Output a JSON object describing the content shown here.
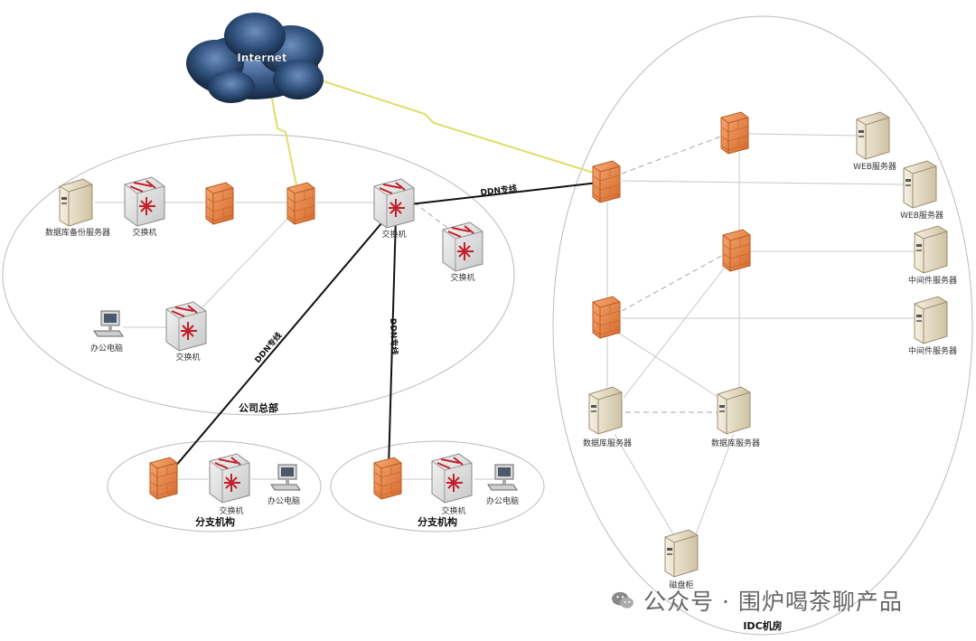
{
  "internet_label": "Internet",
  "zones": {
    "hq": "公司总部",
    "branch_left": "分支机构",
    "branch_right": "分支机构",
    "idc": "IDC机房"
  },
  "links": {
    "ddn_top": "DDN专线",
    "ddn_left": "DDN专线",
    "ddn_mid": "DDN专线"
  },
  "devices": {
    "hq_backup_server": "数据库备份服务器",
    "hq_switch_1": "交换机",
    "hq_core_switch": "交换机",
    "hq_switch_right": "交换机",
    "hq_office_pc": "办公电脑",
    "hq_switch_office": "交换机",
    "bl_switch": "交换机",
    "bl_pc": "办公电脑",
    "br_switch": "交换机",
    "br_pc": "办公电脑",
    "idc_web_1": "WEB服务器",
    "idc_web_2": "WEB服务器",
    "idc_mid_1": "中间件服务器",
    "idc_mid_2": "中间件服务器",
    "idc_db_1": "数据库服务器",
    "idc_db_2": "数据库服务器",
    "idc_disk": "磁盘柜"
  },
  "watermark": "公众号 · 围炉喝茶聊产品",
  "colors": {
    "firewall": "#e8874a",
    "lightning": "#e0e06a",
    "server": "#e9e0c8",
    "switch": "#e8e8e8",
    "cloud": "#2f4f7a"
  }
}
